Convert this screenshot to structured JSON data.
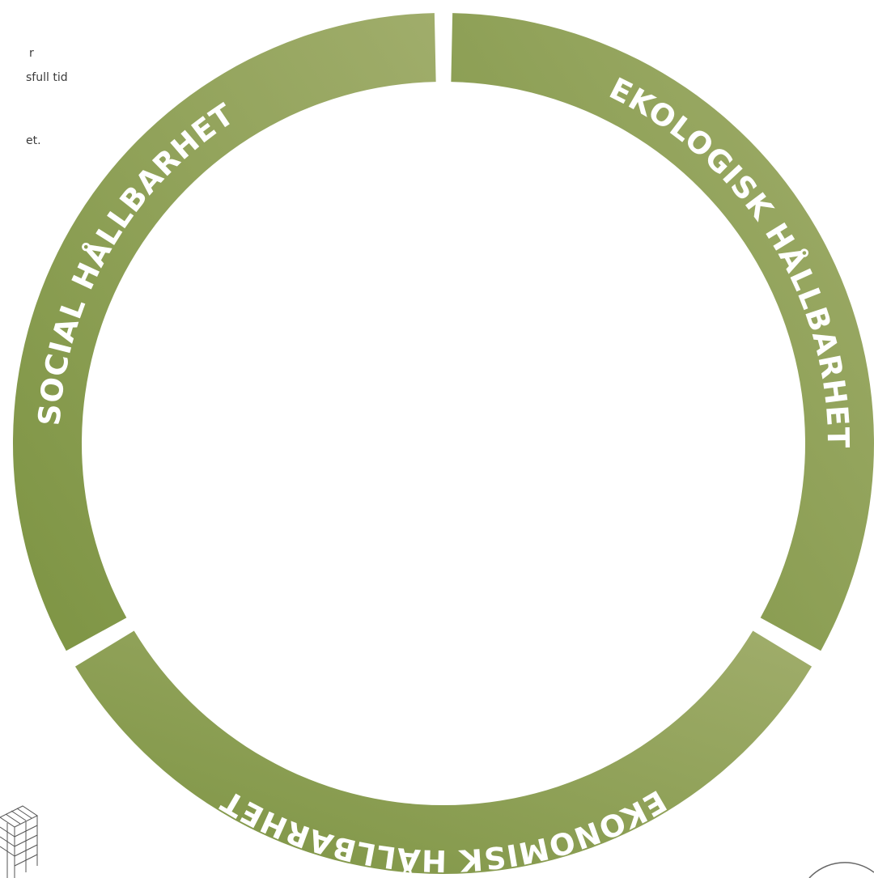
{
  "left_text_fragments": {
    "line1": "r",
    "line2": "sfull tid",
    "line3": "et."
  },
  "diagram": {
    "type": "segmented-ring",
    "ring_color_light": "#a0ad6b",
    "ring_color_dark": "#7d9443",
    "segments": [
      {
        "key": "ekologisk",
        "label": "EKOLOGISK HÅLLBARHET"
      },
      {
        "key": "ekonomisk",
        "label": "EKONOMISK HÅLLBARHET"
      },
      {
        "key": "social",
        "label": "SOCIAL HÅLLBARHET"
      }
    ]
  },
  "decorations": {
    "bottom_left": "cube-grid-icon",
    "bottom_right": "circle-arc-icon"
  }
}
